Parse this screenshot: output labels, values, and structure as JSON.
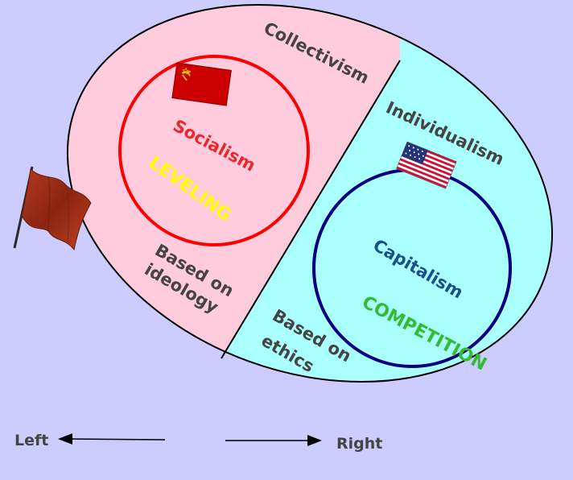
{
  "regions": {
    "collectivism": "Collectivism",
    "individualism": "Individualism"
  },
  "left_system": {
    "name": "Socialism",
    "principle": "LEVELING",
    "basis_line1": "Based on",
    "basis_line2": "ideology"
  },
  "right_system": {
    "name": "Capitalism",
    "principle": "COMPETITION",
    "basis_line1": "Based on",
    "basis_line2": "ethics"
  },
  "direction": {
    "left": "Left",
    "right": "Right"
  },
  "colors": {
    "background": "#ccccff",
    "left_fill": "#ffccdd",
    "right_fill": "#aaffff",
    "socialism_ring": "#ff0000",
    "capitalism_ring": "#000080",
    "leveling_text": "#ffff00",
    "competition_text": "#33bb33",
    "socialism_text": "#e8282a",
    "capitalism_text": "#1a4f8a",
    "label_text": "#444444"
  },
  "icons": {
    "ussr_flag": "ussr-flag-icon",
    "us_flag": "us-flag-icon",
    "red_flag": "red-flag-icon"
  }
}
